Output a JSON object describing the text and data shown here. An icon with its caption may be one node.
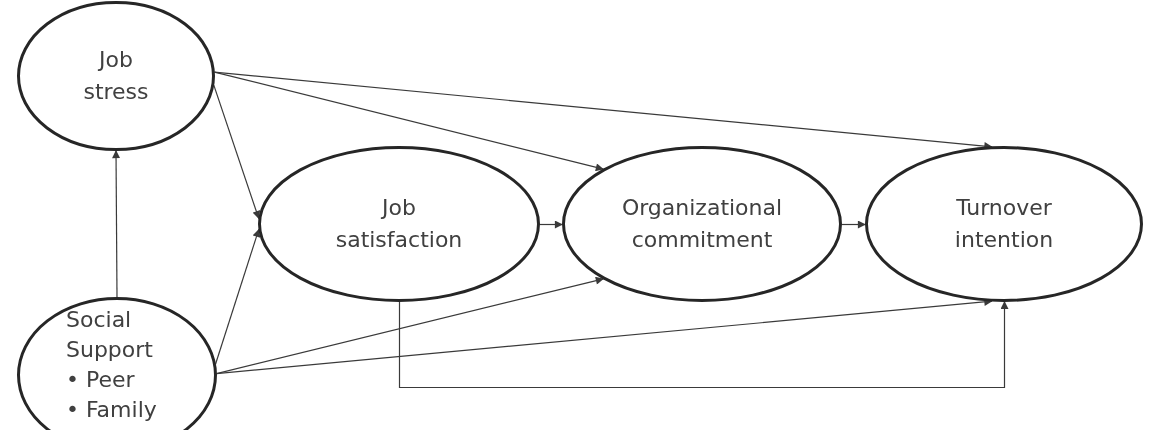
{
  "diagram": {
    "nodes": [
      {
        "text": [
          "Job stress"
        ]
      },
      {
        "text": [
          "Job satisfaction"
        ]
      },
      {
        "text": [
          "Organizational commitment"
        ]
      },
      {
        "text": [
          "Turnover intention"
        ]
      },
      {
        "text": [
          "Social Support",
          "• Peer",
          "• Family"
        ]
      }
    ],
    "edges": [
      {
        "from": 4,
        "to": 0,
        "arrow": "to"
      },
      {
        "from": 0,
        "to": 1,
        "arrow": "to"
      },
      {
        "from": 0,
        "to": 2,
        "arrow": "to"
      },
      {
        "from": 0,
        "to": 3,
        "arrow": "to"
      },
      {
        "from": 1,
        "to": 2,
        "arrow": "to"
      },
      {
        "from": 2,
        "to": 3,
        "arrow": "to"
      },
      {
        "from": 4,
        "to": 1,
        "arrow": "to"
      },
      {
        "from": 4,
        "to": 2,
        "arrow": "to"
      },
      {
        "from": 4,
        "to": 3,
        "arrow": "to"
      },
      {
        "from": 1,
        "to": 3,
        "arrow": "to"
      }
    ]
  }
}
